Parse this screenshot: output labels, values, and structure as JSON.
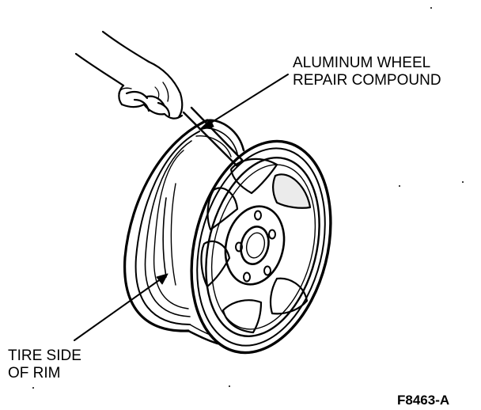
{
  "callouts": {
    "compound_line1": "ALUMINUM WHEEL",
    "compound_line2": "REPAIR COMPOUND",
    "rim_line1": "TIRE SIDE",
    "rim_line2": "OF RIM"
  },
  "figure_id": "F8463-A",
  "colors": {
    "ink": "#000000",
    "paper": "#ffffff"
  }
}
